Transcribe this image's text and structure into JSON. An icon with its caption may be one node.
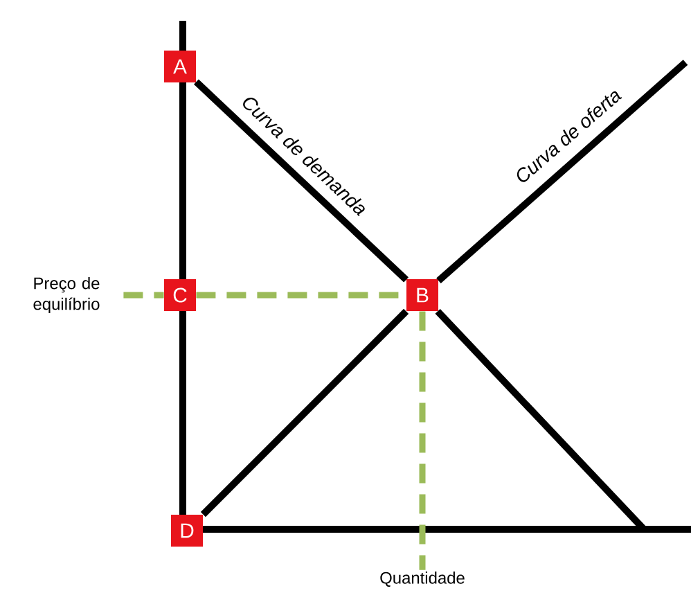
{
  "diagram": {
    "nodes": [
      {
        "text": [
          "A"
        ]
      },
      {
        "text": [
          "Preço de equilíbrio"
        ]
      },
      {
        "text": [
          "C"
        ]
      },
      {
        "text": [
          "B"
        ]
      },
      {
        "text": [
          "D"
        ]
      },
      {
        "text": [
          "Quantidade"
        ]
      }
    ],
    "edges": [
      {
        "from": 0,
        "to": 3,
        "arrow": "none"
      },
      {
        "from": 3,
        "to": null,
        "arrow": "none"
      },
      {
        "from": 4,
        "to": 3,
        "arrow": "none"
      },
      {
        "from": 3,
        "to": null,
        "arrow": "none"
      },
      {
        "from": 1,
        "to": 2,
        "arrow": "none",
        "style": "dashed",
        "color": "#9bbb59"
      },
      {
        "from": 2,
        "to": 3,
        "arrow": "none",
        "style": "dashed",
        "color": "#9bbb59"
      },
      {
        "from": 3,
        "to": 5,
        "arrow": "none",
        "style": "dashed",
        "color": "#9bbb59"
      }
    ],
    "labels": [
      "Curva de demanda",
      "Curva de oferta"
    ]
  }
}
